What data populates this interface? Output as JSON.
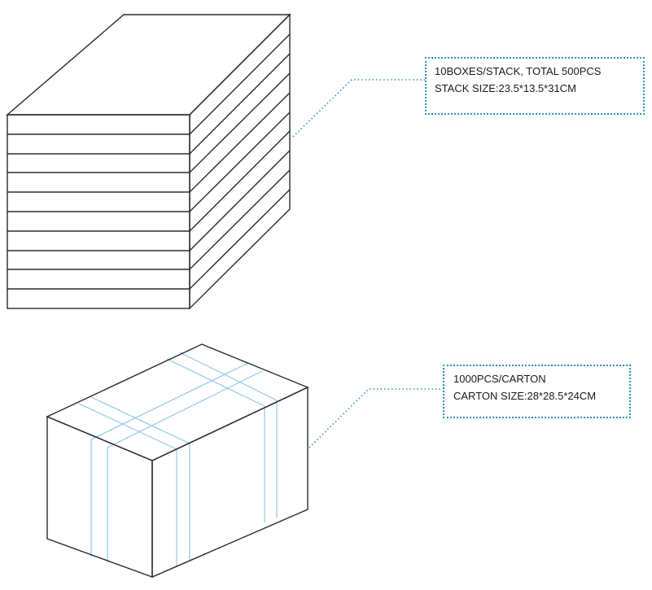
{
  "callouts": {
    "stack": {
      "line1": "10BOXES/STACK, TOTAL 500PCS",
      "line2": "STACK SIZE:23.5*13.5*31CM"
    },
    "carton": {
      "line1": "1000PCS/CARTON",
      "line2": "CARTON SIZE:28*28.5*24CM"
    }
  },
  "colors": {
    "outline": "#2b2b2b",
    "strap": "#8fc8ea",
    "leader": "#2f8fce"
  }
}
